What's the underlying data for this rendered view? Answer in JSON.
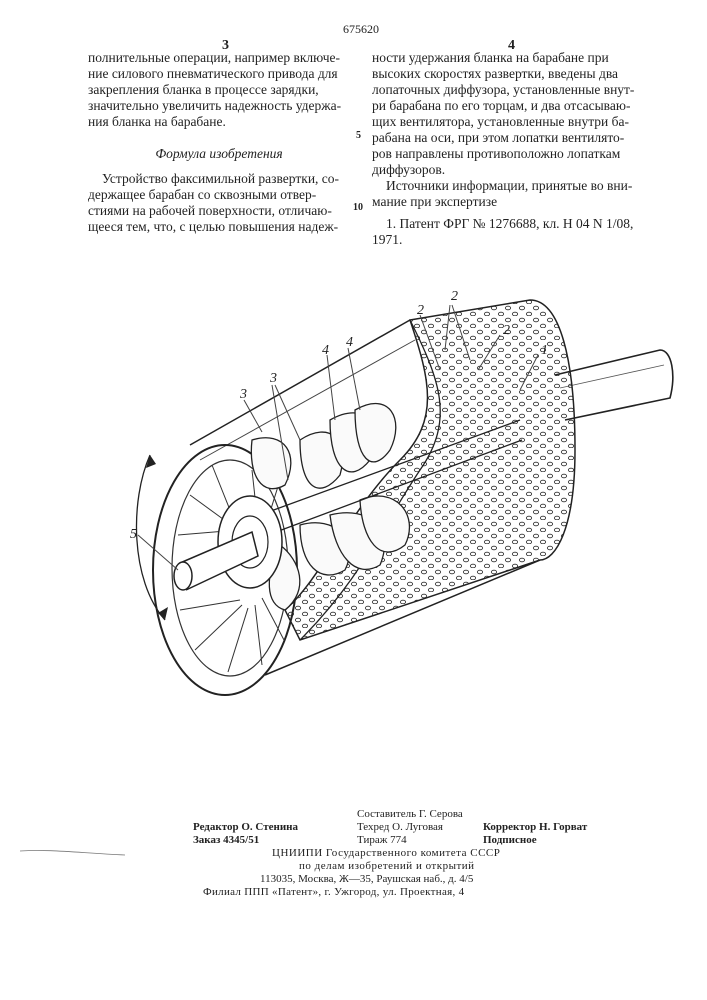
{
  "header": {
    "patent_number": "675620",
    "left_page": "3",
    "right_page": "4"
  },
  "left_column": {
    "lines_top": [
      "полнительные операции, например включе-",
      "ние силового пневматического привода для",
      "закрепления бланка в процессе зарядки,",
      "значительно увеличить надежность удержа-",
      "ния бланка на барабане."
    ],
    "heading": "Формула изобретения",
    "lines_bottom": [
      "Устройство факсимильной развертки, со-",
      "держащее барабан со сквозными отвер-",
      "стиями на рабочей поверхности, отличаю-",
      "щееся тем, что, с целью повышения надеж-"
    ]
  },
  "right_column": {
    "lines": [
      "ности удержания бланка на барабане при",
      "высоких скоростях развертки, введены два",
      "лопаточных диффузора, установленные внут-",
      "ри барабана по его торцам, и два отсасываю-",
      "щих вентилятора, установленные внутри ба-",
      "рабана на оси, при этом лопатки вентилято-",
      "ров направлены противоположно лопаткам",
      "диффузоров."
    ],
    "sources_lines": [
      "Источники информации, принятые во вни-",
      "мание при экспертизе"
    ],
    "ref_lines": [
      "1. Патент ФРГ № 1276688, кл. Н 04 N 1/08,",
      "1971."
    ]
  },
  "margin_numbers": [
    "5",
    "10"
  ],
  "figure": {
    "labels": [
      "1",
      "2",
      "2",
      "2",
      "3",
      "3",
      "4",
      "4",
      "5"
    ]
  },
  "imprint": {
    "composer": "Составитель Г. Серова",
    "editor": "Редактор О. Стенина",
    "techred": "Техред О. Луговая",
    "corrector": "Корректор Н. Горват",
    "order": "Заказ 4345/51",
    "circulation": "Тираж 774",
    "subscription": "Подписное",
    "org1": "ЦНИИПИ Государственного комитета СССР",
    "org2": "по делам изобретений и открытий",
    "address": "113035, Москва, Ж—35, Раушская наб., д. 4/5",
    "branch": "Филиал ППП «Патент», г. Ужгород, ул. Проектная, 4"
  }
}
